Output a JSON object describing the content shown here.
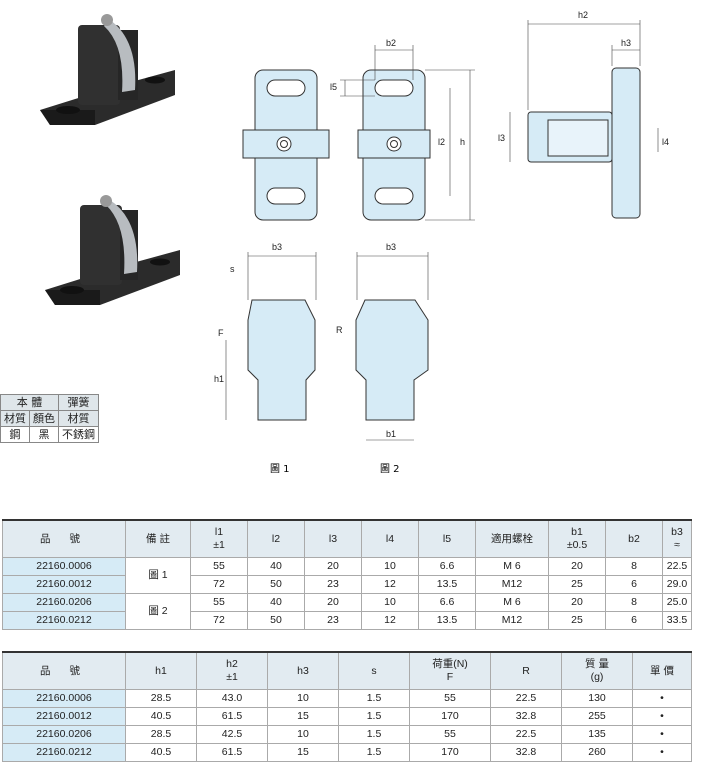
{
  "figure_labels": {
    "fig1": "圖 1",
    "fig2": "圖 2"
  },
  "dim_labels": {
    "h2": "h2",
    "h3": "h3",
    "b2": "b2",
    "l5": "l5",
    "l2": "l2",
    "h": "h",
    "l3": "l3",
    "l4": "l4",
    "b3": "b3",
    "s": "s",
    "F": "F",
    "R": "R",
    "h1": "h1",
    "b1": "b1"
  },
  "material_table": {
    "row1": [
      "本 體",
      "彈簧"
    ],
    "row2": [
      "材質",
      "顏色",
      "材質"
    ],
    "row3": [
      "鋼",
      "黑",
      "不銹鋼"
    ]
  },
  "table1": {
    "headers": [
      "品 號",
      "備 註",
      "l1\n±1",
      "l2",
      "l3",
      "l4",
      "l5",
      "適用螺栓",
      "b1\n±0.5",
      "b2",
      "b3\n≈"
    ],
    "rows": [
      [
        "22160.0006",
        "圖 1",
        "55",
        "40",
        "20",
        "10",
        "6.6",
        "M 6",
        "20",
        "8",
        "22.5"
      ],
      [
        "22160.0012",
        "",
        "72",
        "50",
        "23",
        "12",
        "13.5",
        "M12",
        "25",
        "6",
        "29.0"
      ],
      [
        "22160.0206",
        "圖 2",
        "55",
        "40",
        "20",
        "10",
        "6.6",
        "M 6",
        "20",
        "8",
        "25.0"
      ],
      [
        "22160.0212",
        "",
        "72",
        "50",
        "23",
        "12",
        "13.5",
        "M12",
        "25",
        "6",
        "33.5"
      ]
    ]
  },
  "table2": {
    "headers": [
      "品 號",
      "h1",
      "h2\n±1",
      "h3",
      "s",
      "荷重(N)\nF",
      "R",
      "質 量\n(g)",
      "單 價"
    ],
    "rows": [
      [
        "22160.0006",
        "28.5",
        "43.0",
        "10",
        "1.5",
        "55",
        "22.5",
        "130",
        "•"
      ],
      [
        "22160.0012",
        "40.5",
        "61.5",
        "15",
        "1.5",
        "170",
        "32.8",
        "255",
        "•"
      ],
      [
        "22160.0206",
        "28.5",
        "42.5",
        "10",
        "1.5",
        "55",
        "22.5",
        "135",
        "•"
      ],
      [
        "22160.0212",
        "40.5",
        "61.5",
        "15",
        "1.5",
        "170",
        "32.8",
        "260",
        "•"
      ]
    ]
  }
}
